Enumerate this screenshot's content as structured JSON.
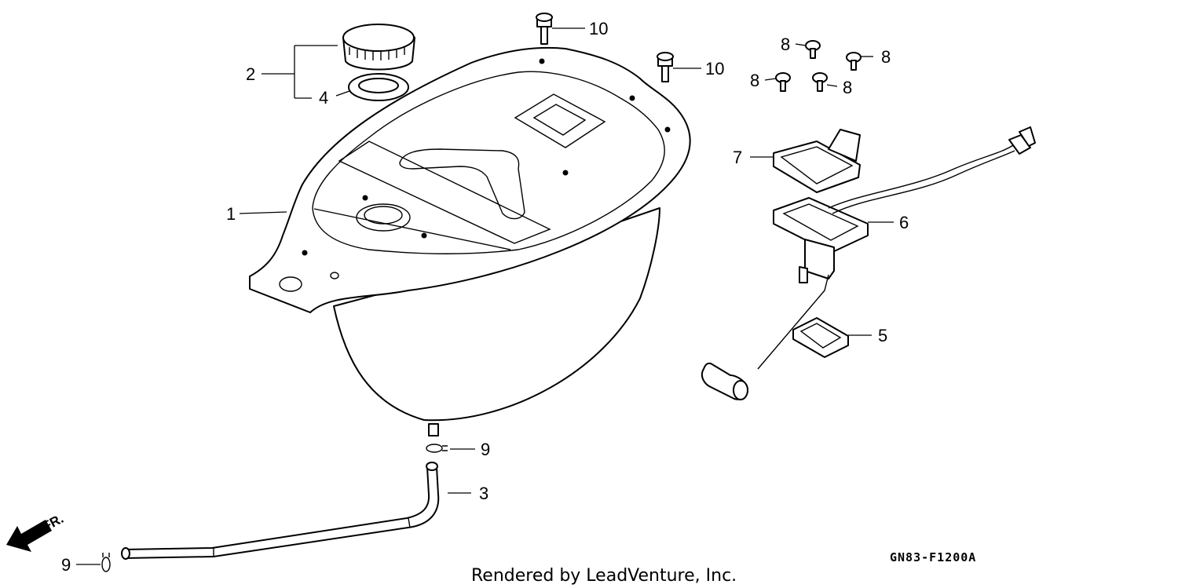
{
  "diagram": {
    "callouts": [
      {
        "id": "c1",
        "label": "1"
      },
      {
        "id": "c2",
        "label": "2"
      },
      {
        "id": "c3",
        "label": "3"
      },
      {
        "id": "c4",
        "label": "4"
      },
      {
        "id": "c5",
        "label": "5"
      },
      {
        "id": "c6",
        "label": "6"
      },
      {
        "id": "c7",
        "label": "7"
      },
      {
        "id": "c8a",
        "label": "8"
      },
      {
        "id": "c8b",
        "label": "8"
      },
      {
        "id": "c8c",
        "label": "8"
      },
      {
        "id": "c8d",
        "label": "8"
      },
      {
        "id": "c9a",
        "label": "9"
      },
      {
        "id": "c9b",
        "label": "9"
      },
      {
        "id": "c10a",
        "label": "10"
      },
      {
        "id": "c10b",
        "label": "10"
      }
    ],
    "direction_label": "FR.",
    "diagram_code": "GN83-F1200A",
    "credit": "Rendered by LeadVenture, Inc."
  }
}
